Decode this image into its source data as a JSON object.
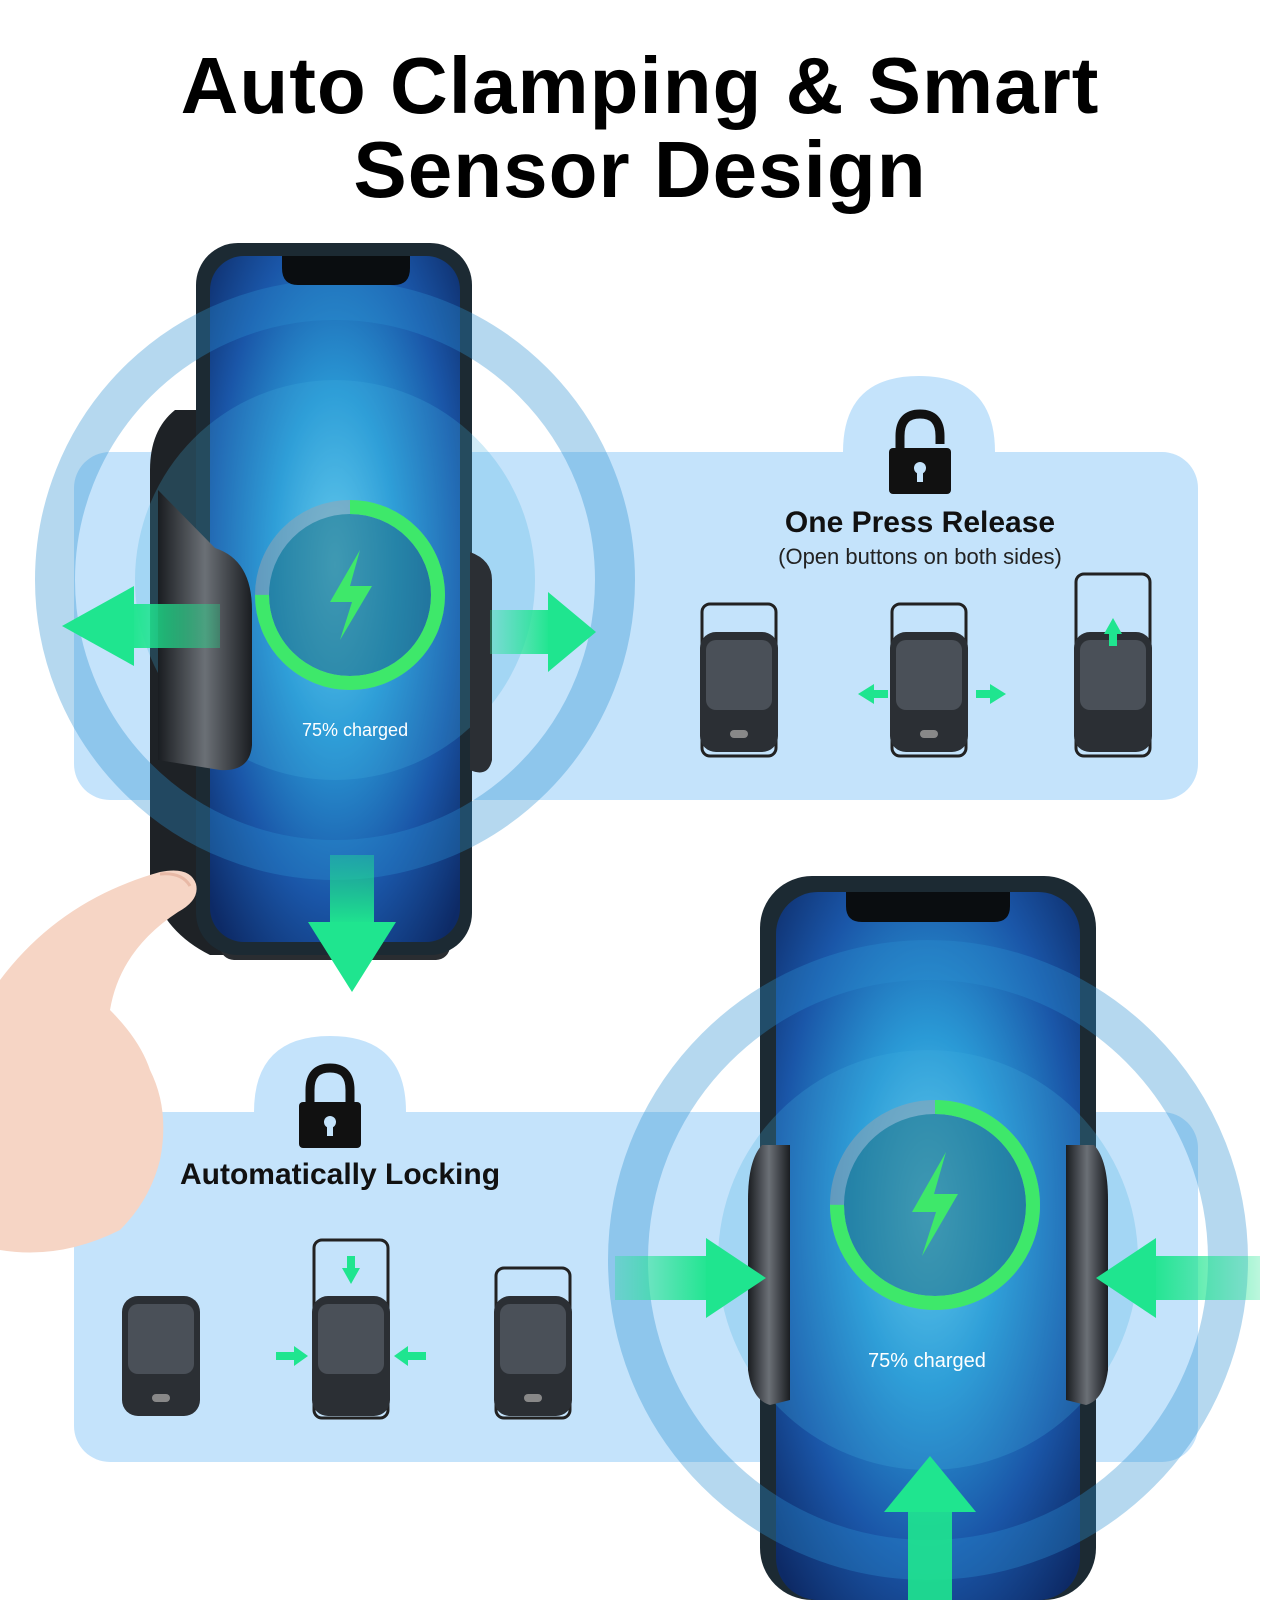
{
  "title": {
    "line1": "Auto Clamping & Smart",
    "line2": "Sensor Design"
  },
  "release": {
    "heading": "One Press Release",
    "subtext": "(Open buttons on both sides)",
    "icon": "unlocked-padlock-icon"
  },
  "locking": {
    "heading": "Automatically Locking",
    "icon": "locked-padlock-icon"
  },
  "phones": {
    "charge_label": "75% charged",
    "charge_level": 0.75
  },
  "colors": {
    "panel": "#c4e3fb",
    "arrow": "#1fe58f",
    "ring": "#3ee86a",
    "screen": "#1f6fc4",
    "frame": "#1c2a33",
    "clamp": "#2b2f34"
  }
}
